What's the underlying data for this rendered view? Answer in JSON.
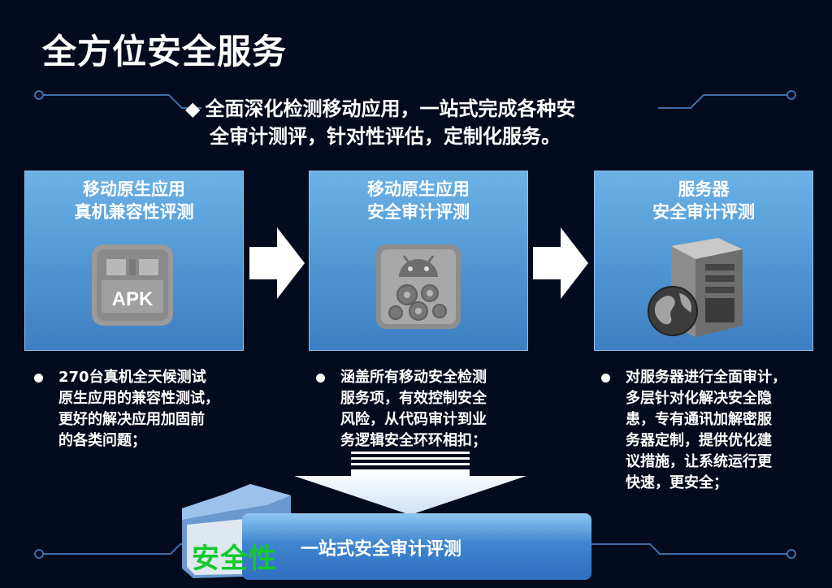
{
  "page": {
    "title": "全方位安全服务"
  },
  "lead": {
    "line1": "全面深化检测移动应用，一站式完成各种安",
    "line2": "全审计测评，针对性评估，定制化服务。"
  },
  "cards": [
    {
      "title_line1": "移动原生应用",
      "title_line2": "真机兼容性评测",
      "icon": "apk-package-icon",
      "icon_text": "APK",
      "bullet": "270台真机全天候测试\n原生应用的兼容性测试，\n更好的解决应用加固前\n的各类问题；"
    },
    {
      "title_line1": "移动原生应用",
      "title_line2": "安全审计评测",
      "icon": "android-gears-icon",
      "bullet": "涵盖所有移动安全检测\n服务项，有效控制安全\n风险，从代码审计到业\n务逻辑安全环环相扣；"
    },
    {
      "title_line1": "服务器",
      "title_line2": "安全审计评测",
      "icon": "server-globe-icon",
      "bullet": "对服务器进行全面审计，\n多层针对化解决安全隐\n患，专有通讯加解密服\n务器定制，提供优化建\n议措施，让系统运行更\n快速，更安全；"
    }
  ],
  "bottom": {
    "badge_text": "安全性",
    "bar_text": "一站式安全审计评测"
  },
  "colors": {
    "background": "#050b1e",
    "card": "#4f95d2",
    "badge_text": "#12c92a"
  }
}
